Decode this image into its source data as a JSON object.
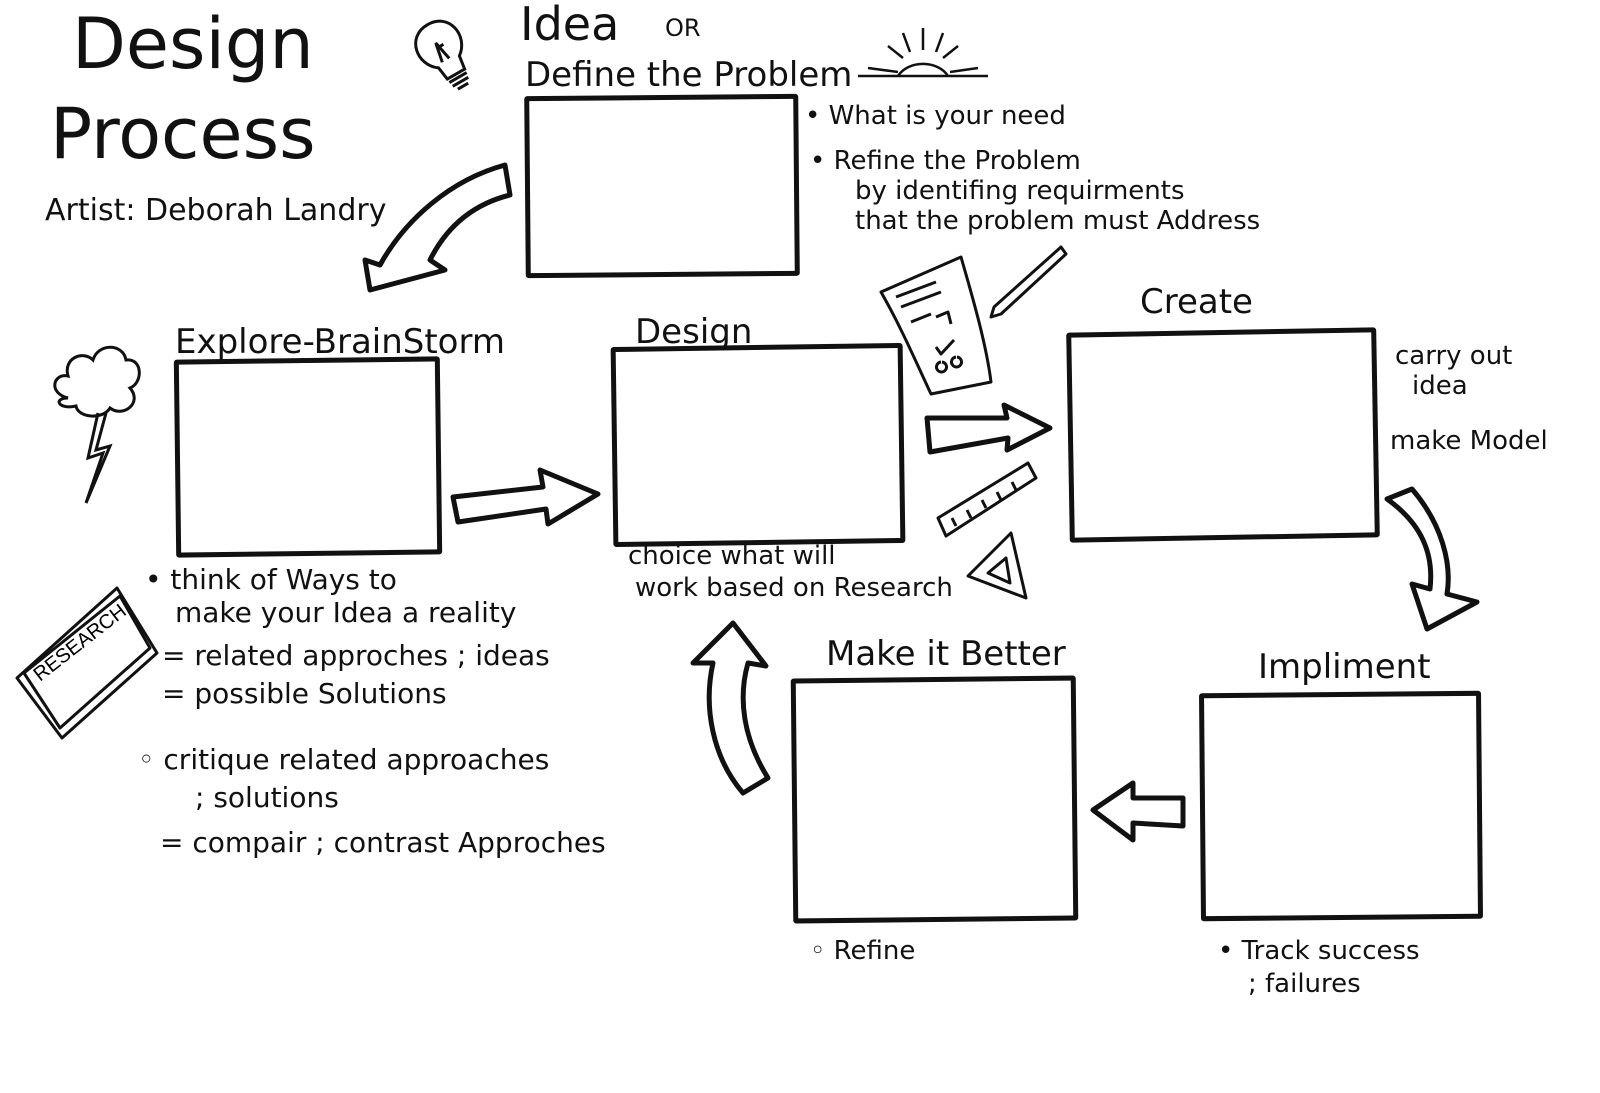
{
  "title": {
    "line1": "Design",
    "line2": "Process",
    "artist": "Artist: Deborah Landry"
  },
  "steps": {
    "define": {
      "heading_idea": "Idea",
      "heading_or": "OR",
      "heading": "Define the Problem",
      "notes": [
        "• What is your need",
        "• Refine the Problem",
        "by identifing requirments",
        "that the problem must Address"
      ]
    },
    "explore": {
      "heading": "Explore-BrainStorm",
      "notes": [
        "• think of Ways to",
        "make your Idea a reality",
        "= related approches ; ideas",
        "= possible Solutions",
        "◦ critique related approaches",
        "; solutions",
        "= compair ; contrast Approches"
      ]
    },
    "design": {
      "heading": "Design",
      "notes": [
        "choice what will",
        "work based on Research"
      ]
    },
    "create": {
      "heading": "Create",
      "notes": [
        "carry out",
        "idea",
        "make Model"
      ]
    },
    "implement": {
      "heading": "Impliment",
      "notes": [
        "• Track success",
        "; failures"
      ]
    },
    "improve": {
      "heading": "Make it Better",
      "notes": [
        "◦ Refine"
      ]
    }
  },
  "icons": {
    "research_book_label": "RESEARCH"
  }
}
